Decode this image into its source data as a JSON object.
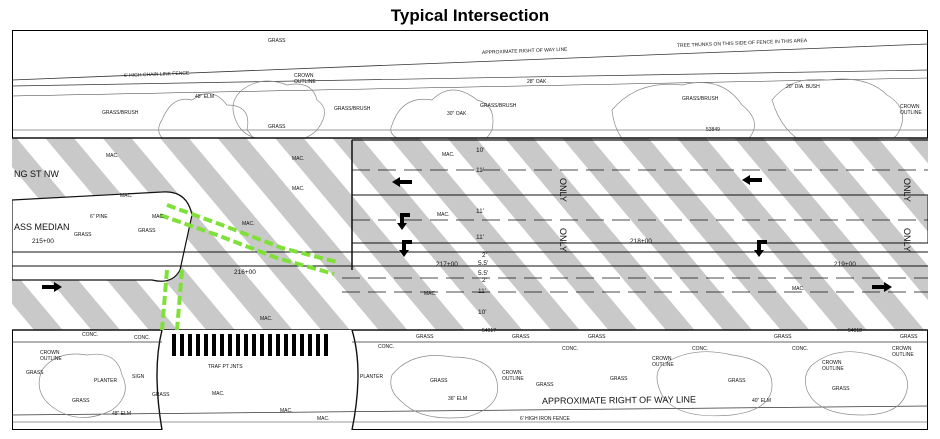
{
  "title": "Typical Intersection",
  "labels": {
    "grass": "GRASS",
    "grass_brush": "GRASS/BRUSH",
    "mac": "MAC.",
    "conc": "CONC.",
    "crown_outline_1": "CROWN",
    "crown_outline_2": "OUTLINE",
    "row_line": "APPROXIMATE RIGHT OF WAY LINE",
    "chain_link_fence": "6' HIGH CHAIN LINK FENCE",
    "iron_fence": "6' HIGH IRON FENCE",
    "tree_trunks_note": "TREE TRUNKS ON THIS SIDE OF FENCE IN THIS AREA",
    "elm_48": "48\" ELM",
    "oak_28": "28\" OAK",
    "oak_30": "30\" OAK",
    "elm_36": "36\" ELM",
    "elm_40": "40\" ELM",
    "bush_20": "20\" DIA. BUSH",
    "pine_6": "6\" PINE",
    "planter": "PLANTER",
    "sign": "SIGN",
    "traf_joints": "TRAF PT JNTS",
    "street_name": "NG ST NW",
    "median": "ASS MEDIAN",
    "only": "ONLY",
    "dim_10a": "10'",
    "dim_11a": "11'",
    "dim_11b": "11'",
    "dim_11c": "11'",
    "dim_55a": "5.5'",
    "dim_55b": "5.5'",
    "dim_2a": "2'",
    "dim_2b": "2'",
    "dim_11d": "11'",
    "dim_10b": "10'",
    "station_215": "215+00",
    "station_216": "216+00",
    "station_217": "217+00",
    "station_218": "218+00",
    "station_219": "219+00",
    "pt_53849": "53849",
    "pt_54017": "54017",
    "pt_54018": "54018"
  },
  "colors": {
    "hatch": "#c9c9c9",
    "line": "#1a1a1a",
    "tree": "#8a8a8a",
    "crosswalk_green": "#7fe03a"
  }
}
